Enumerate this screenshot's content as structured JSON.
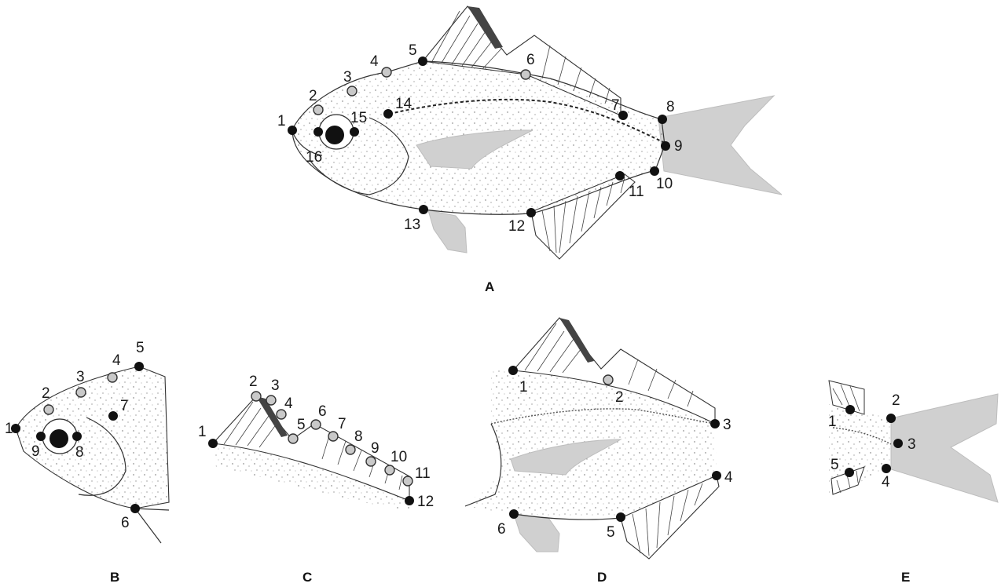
{
  "panels": {
    "A": {
      "label": "A",
      "landmarks": [
        "1",
        "2",
        "3",
        "4",
        "5",
        "6",
        "7",
        "8",
        "9",
        "10",
        "11",
        "12",
        "13",
        "14",
        "15",
        "16"
      ]
    },
    "B": {
      "label": "B",
      "landmarks": [
        "1",
        "2",
        "3",
        "4",
        "5",
        "6",
        "7",
        "8",
        "9"
      ]
    },
    "C": {
      "label": "C",
      "landmarks": [
        "1",
        "2",
        "3",
        "4",
        "5",
        "6",
        "7",
        "8",
        "9",
        "10",
        "11",
        "12"
      ]
    },
    "D": {
      "label": "D",
      "landmarks": [
        "1",
        "2",
        "3",
        "4",
        "5",
        "6"
      ]
    },
    "E": {
      "label": "E",
      "landmarks": [
        "1",
        "2",
        "3",
        "4",
        "5"
      ]
    }
  },
  "colors": {
    "landmark_fixed": "#111111",
    "landmark_semilandmark": "#c9c9c9",
    "fin_fill": "#d0d0d0",
    "outline": "#333333"
  }
}
